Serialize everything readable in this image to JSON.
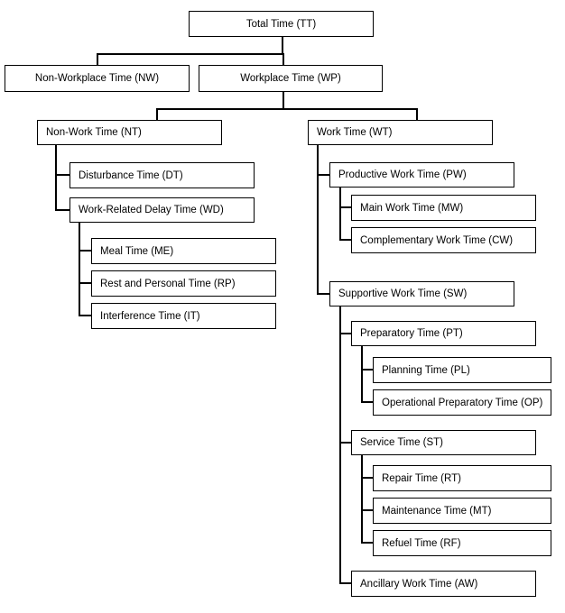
{
  "nodes": {
    "tt": "Total Time (TT)",
    "nw": "Non-Workplace Time (NW)",
    "wp": "Workplace Time (WP)",
    "nt": "Non-Work Time (NT)",
    "wt": "Work Time (WT)",
    "dt": "Disturbance Time (DT)",
    "wd": "Work-Related Delay Time (WD)",
    "me": "Meal Time (ME)",
    "rp": "Rest and Personal Time (RP)",
    "it": "Interference Time (IT)",
    "pw": "Productive Work Time (PW)",
    "mw": "Main Work Time (MW)",
    "cw": "Complementary Work Time (CW)",
    "sw": "Supportive Work Time (SW)",
    "pt": "Preparatory Time (PT)",
    "pl": "Planning Time (PL)",
    "op": "Operational Preparatory Time (OP)",
    "st": "Service Time (ST)",
    "rt": "Repair Time (RT)",
    "mt": "Maintenance Time (MT)",
    "rf": "Refuel Time (RF)",
    "aw": "Ancillary Work Time (AW)"
  }
}
